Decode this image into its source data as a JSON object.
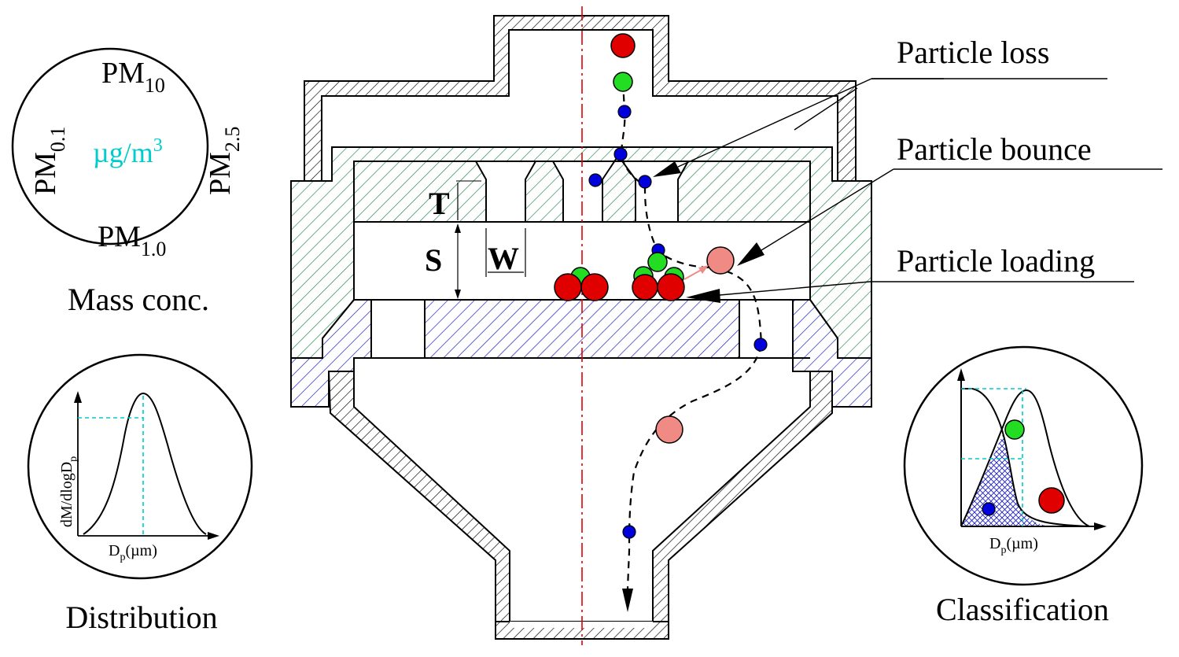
{
  "mass_panel": {
    "pm10": {
      "base": "PM",
      "sub": "10"
    },
    "pm25": {
      "base": "PM",
      "sub": "2.5"
    },
    "pm10_small": {
      "base": "PM",
      "sub": "1.0"
    },
    "pm01": {
      "base": "PM",
      "sub": "0.1"
    },
    "unit": {
      "base": "µg/m",
      "sup": "3"
    },
    "caption": "Mass conc."
  },
  "distribution_panel": {
    "ylabel": {
      "base": "dM/dlogD",
      "sub": "p"
    },
    "xlabel": {
      "base": "D",
      "sub": "p",
      "tail": "(µm)"
    },
    "caption": "Distribution"
  },
  "classification_panel": {
    "xlabel": {
      "base": "D",
      "sub": "p",
      "tail": "(µm)"
    },
    "caption": "Classification"
  },
  "impactor": {
    "dimension_T": "T",
    "dimension_S": "S",
    "dimension_W": "W"
  },
  "callouts": {
    "loss": "Particle loss",
    "bounce": "Particle bounce",
    "loading": "Particle loading"
  },
  "colors": {
    "red_particle": "#e00000",
    "green_particle": "#22dd22",
    "blue_particle": "#0000dd",
    "pink_particle": "#f08a84",
    "green_hatch": "#2e8b57",
    "blue_hatch": "#2020c0",
    "centerline": "#e00000",
    "cyan": "#00cccc"
  }
}
